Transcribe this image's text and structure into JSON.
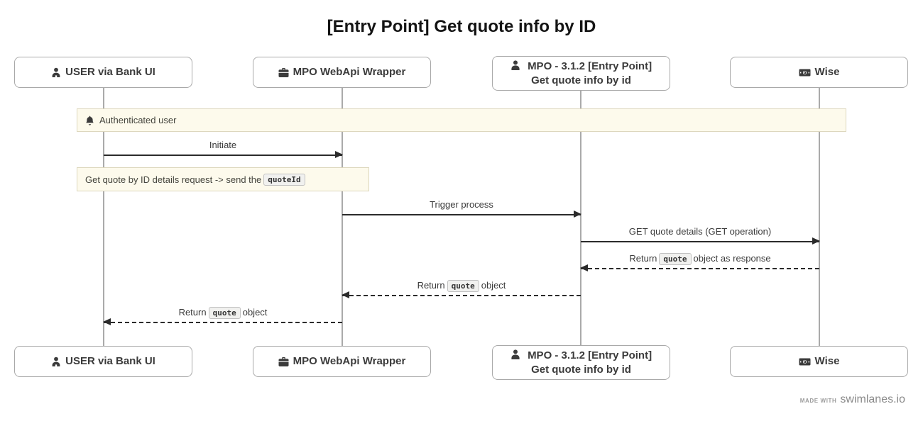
{
  "title": "[Entry Point] Get quote info by ID",
  "diagram_tool": {
    "made_with": "made with",
    "brand": "swimlanes.io"
  },
  "actors": [
    {
      "label": "USER via Bank UI",
      "icon": "user-icon"
    },
    {
      "label": "MPO WebApi Wrapper",
      "icon": "briefcase-icon"
    },
    {
      "label": "MPO - 3.1.2 [Entry Point] Get quote info by id",
      "icon": "person-icon"
    },
    {
      "label": "Wise",
      "icon": "money-bill-icon"
    }
  ],
  "notes": [
    {
      "text": "Authenticated user",
      "icon": "bell-icon",
      "span": "all-lanes"
    },
    {
      "text_before": "Get quote by ID details request -> send the",
      "code": "quoteId",
      "text_after": "",
      "span": "lane-1-to-2"
    }
  ],
  "messages": [
    {
      "label": "Initiate",
      "type": "solid",
      "direction": "right",
      "from": "USER via Bank UI",
      "to": "MPO WebApi Wrapper"
    },
    {
      "label": "Trigger process",
      "type": "solid",
      "direction": "right",
      "from": "MPO WebApi Wrapper",
      "to": "MPO - 3.1.2 [Entry Point] Get quote info by id"
    },
    {
      "label": "GET quote details (GET operation)",
      "type": "solid",
      "direction": "right",
      "from": "MPO - 3.1.2 [Entry Point] Get quote info by id",
      "to": "Wise"
    },
    {
      "before": "Return",
      "code": "quote",
      "after": "object as response",
      "type": "dashed",
      "direction": "left",
      "from": "Wise",
      "to": "MPO - 3.1.2 [Entry Point] Get quote info by id"
    },
    {
      "before": "Return",
      "code": "quote",
      "after": "object",
      "type": "dashed",
      "direction": "left",
      "from": "MPO - 3.1.2 [Entry Point] Get quote info by id",
      "to": "MPO WebApi Wrapper"
    },
    {
      "before": "Return",
      "code": "quote",
      "after": "object",
      "type": "dashed",
      "direction": "left",
      "from": "MPO WebApi Wrapper",
      "to": "USER via Bank UI"
    }
  ],
  "colors": {
    "note_bg": "#fdfaec",
    "note_border": "#ddd7bd",
    "arrow": "#2b2b2b",
    "lifeline": "#aaaaaa",
    "box_border": "#a9a9a9",
    "text": "#3b3b3b"
  }
}
